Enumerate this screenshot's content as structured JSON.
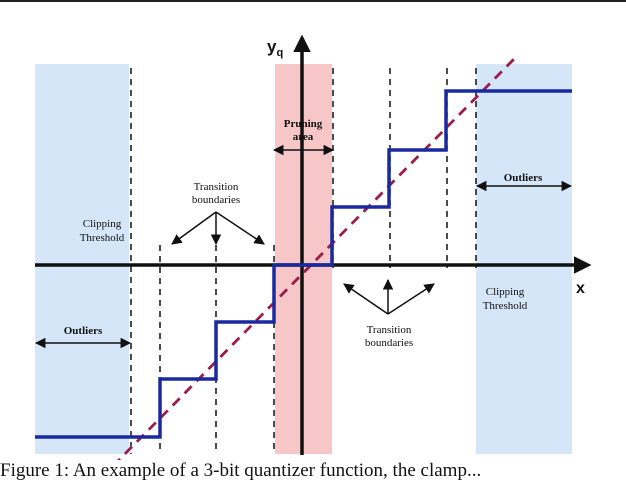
{
  "figure": {
    "axis_x_label": "x",
    "axis_y_label": "y",
    "axis_y_subscript": "q",
    "pruning_area": [
      "Pruning",
      "area"
    ],
    "outliers_left": "Outliers",
    "outliers_right": "Outliers",
    "clipping_left": [
      "Clipping",
      "Threshold"
    ],
    "clipping_right": [
      "Clipping",
      "Threshold"
    ],
    "transition_top": [
      "Transition",
      "boundaries"
    ],
    "transition_bottom": [
      "Transition",
      "boundaries"
    ]
  },
  "colors": {
    "outlier_region": "#d5e6f8",
    "pruning_region": "#f7c7c7",
    "quantizer": "#1a2a9e",
    "diagonal": "#9b1c4a"
  },
  "caption": "Figure 1: An example of a 3-bit quantizer function, the clamp..."
}
